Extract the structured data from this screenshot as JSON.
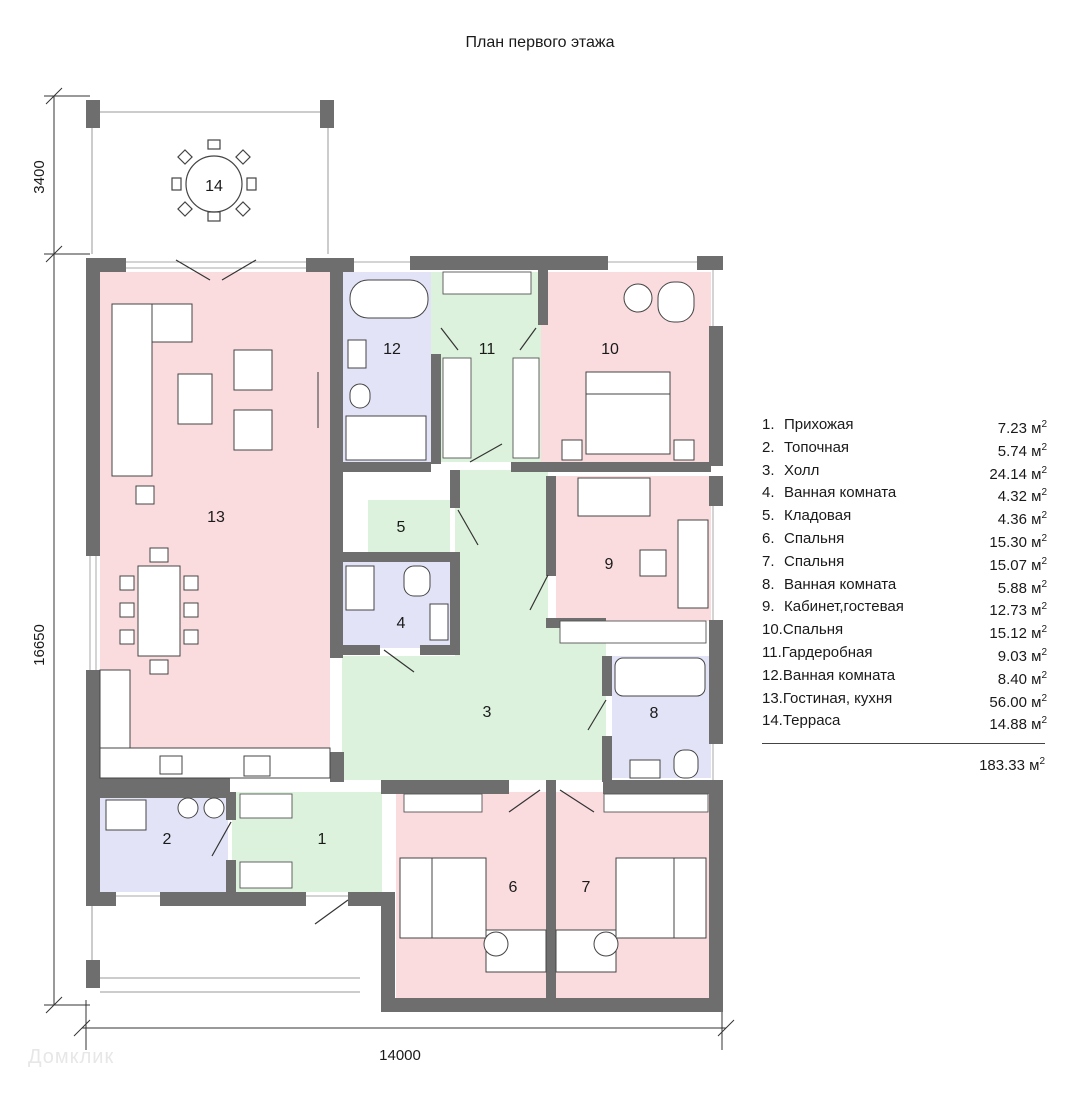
{
  "title": "План первого этажа",
  "dimensions": {
    "top_offset": "3400",
    "height": "16650",
    "width": "14000"
  },
  "room_numbers": [
    "1",
    "2",
    "3",
    "4",
    "5",
    "6",
    "7",
    "8",
    "9",
    "10",
    "11",
    "12",
    "13",
    "14"
  ],
  "legend": [
    {
      "num": "1.",
      "name": "Прихожая",
      "area": "7.23 м"
    },
    {
      "num": "2.",
      "name": "Топочная",
      "area": "5.74 м"
    },
    {
      "num": "3.",
      "name": "Холл",
      "area": "24.14 м"
    },
    {
      "num": "4.",
      "name": "Ванная комната",
      "area": "4.32 м"
    },
    {
      "num": "5.",
      "name": "Кладовая",
      "area": "4.36 м"
    },
    {
      "num": "6.",
      "name": "Спальня",
      "area": "15.30 м"
    },
    {
      "num": "7.",
      "name": "Спальня",
      "area": "15.07 м"
    },
    {
      "num": "8.",
      "name": "Ванная комната",
      "area": "5.88 м"
    },
    {
      "num": "9.",
      "name": "Кабинет,гостевая",
      "area": "12.73 м"
    },
    {
      "num": "10.",
      "name": "Спальня",
      "area": "15.12 м"
    },
    {
      "num": "11.",
      "name": "Гардеробная",
      "area": "9.03 м"
    },
    {
      "num": "12.",
      "name": "Ванная комната",
      "area": "8.40 м"
    },
    {
      "num": "13.",
      "name": "Гостиная, кухня",
      "area": "56.00 м"
    },
    {
      "num": "14.",
      "name": "Терраса",
      "area": "14.88 м"
    }
  ],
  "area_superscript": "2",
  "total": "183.33 м",
  "watermark": "Домклик",
  "colors": {
    "living": "#fadcdf",
    "hall": "#dcf2dc",
    "bath": "#e2e3f7",
    "wall": "#6e6e6e"
  }
}
